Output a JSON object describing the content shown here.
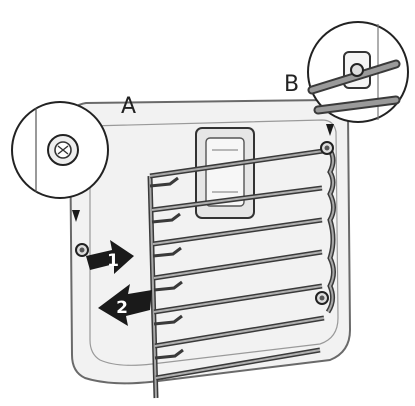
{
  "labels": {
    "callout_a": "A",
    "callout_b": "B",
    "step_1": "1",
    "step_2": "2"
  },
  "icons": {
    "arrow_1": "arrow-right-icon",
    "arrow_2": "arrow-left-icon",
    "screw_detail": "screw-icon",
    "rail_detail": "rail-hook-icon"
  },
  "colors": {
    "line": "#222222",
    "wall_fill": "#f2f2f2",
    "wall_line": "#6a6a6a",
    "rack": "#8a8a8a",
    "rack_dark": "#3a3a3a",
    "arrow_fill": "#1a1a1a",
    "arrow_text": "#ffffff",
    "bubble_fill": "#ffffff"
  }
}
